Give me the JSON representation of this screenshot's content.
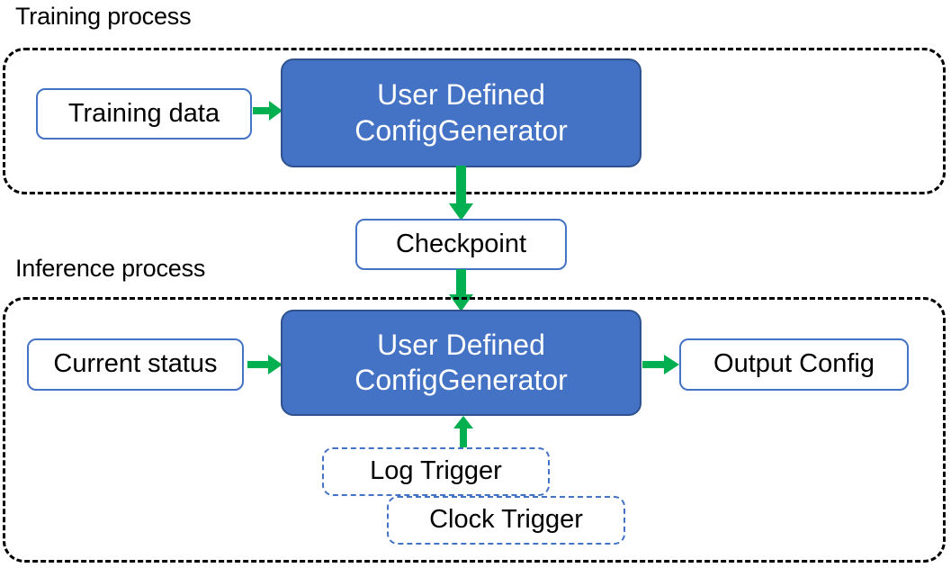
{
  "diagram": {
    "title_training": "Training process",
    "title_inference": "Inference process",
    "colors": {
      "accent_blue_fill": "#4472C4",
      "accent_blue_stroke": "#2F528F",
      "outline_blue": "#4472C4",
      "arrow_green": "#00B050",
      "container_dash": "#000000",
      "text_dark": "#000000",
      "text_light": "#FFFFFF",
      "background": "#FFFFFF"
    },
    "training": {
      "input_node": "Training data",
      "process_node_line1": "User Defined",
      "process_node_line2": "ConfigGenerator"
    },
    "checkpoint": {
      "label": "Checkpoint"
    },
    "inference": {
      "input_node": "Current status",
      "process_node_line1": "User Defined",
      "process_node_line2": "ConfigGenerator",
      "output_node": "Output Config",
      "trigger_log": "Log Trigger",
      "trigger_clock": "Clock Trigger"
    },
    "arrows": [
      {
        "name": "training-data-to-generator",
        "direction": "right"
      },
      {
        "name": "training-generator-to-checkpoint",
        "direction": "down"
      },
      {
        "name": "checkpoint-to-inference-generator",
        "direction": "down"
      },
      {
        "name": "current-status-to-generator",
        "direction": "right"
      },
      {
        "name": "generator-to-output-config",
        "direction": "right"
      },
      {
        "name": "log-trigger-to-generator",
        "direction": "up"
      }
    ]
  }
}
